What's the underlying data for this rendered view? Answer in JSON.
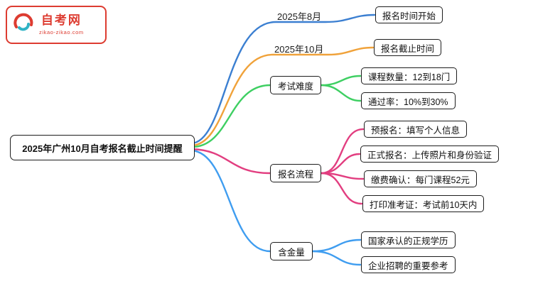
{
  "logo": {
    "name": "自考网",
    "domain": "zikao-zikao.com",
    "accent_color": "#dd3c31"
  },
  "root": {
    "label": "2025年广州10月自考报名截止时间提醒"
  },
  "branches": [
    {
      "label": "2025年8月",
      "color": "#3b7fd1",
      "children": [
        "报名时间开始"
      ]
    },
    {
      "label": "2025年10月",
      "color": "#f0a23a",
      "children": [
        "报名截止时间"
      ]
    },
    {
      "label": "考试难度",
      "color": "#3ecf62",
      "children": [
        "课程数量：12到18门",
        "通过率：10%到30%"
      ]
    },
    {
      "label": "报名流程",
      "color": "#e23e80",
      "children": [
        "预报名：填写个人信息",
        "正式报名：上传照片和身份验证",
        "缴费确认：每门课程52元",
        "打印准考证：考试前10天内"
      ]
    },
    {
      "label": "含金量",
      "color": "#3f9df0",
      "children": [
        "国家承认的正规学历",
        "企业招聘的重要参考"
      ]
    }
  ]
}
